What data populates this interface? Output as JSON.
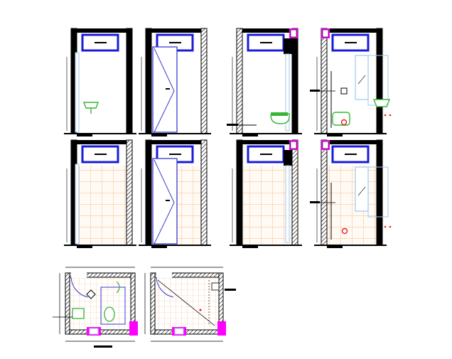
{
  "drawing": {
    "type": "bathroom-elevations-and-plans",
    "colors": {
      "wall": "#000000",
      "window": "#1a1adb",
      "tile": "#f4b98a",
      "fixture": "#36b536",
      "highlight": "#ff00ff",
      "glass": "#9ec9ee",
      "door": "#3a3ad0",
      "accent": "#e02020"
    },
    "rows": [
      {
        "id": "row-1",
        "finish": "plain",
        "panels": [
          "wash-basin",
          "door",
          "wc",
          "shower-basin"
        ]
      },
      {
        "id": "row-2",
        "finish": "tiled",
        "panels": [
          "wall",
          "door",
          "wall",
          "shower"
        ]
      },
      {
        "id": "plans",
        "panels": [
          "toilet-plan",
          "shower-plan"
        ]
      }
    ]
  }
}
